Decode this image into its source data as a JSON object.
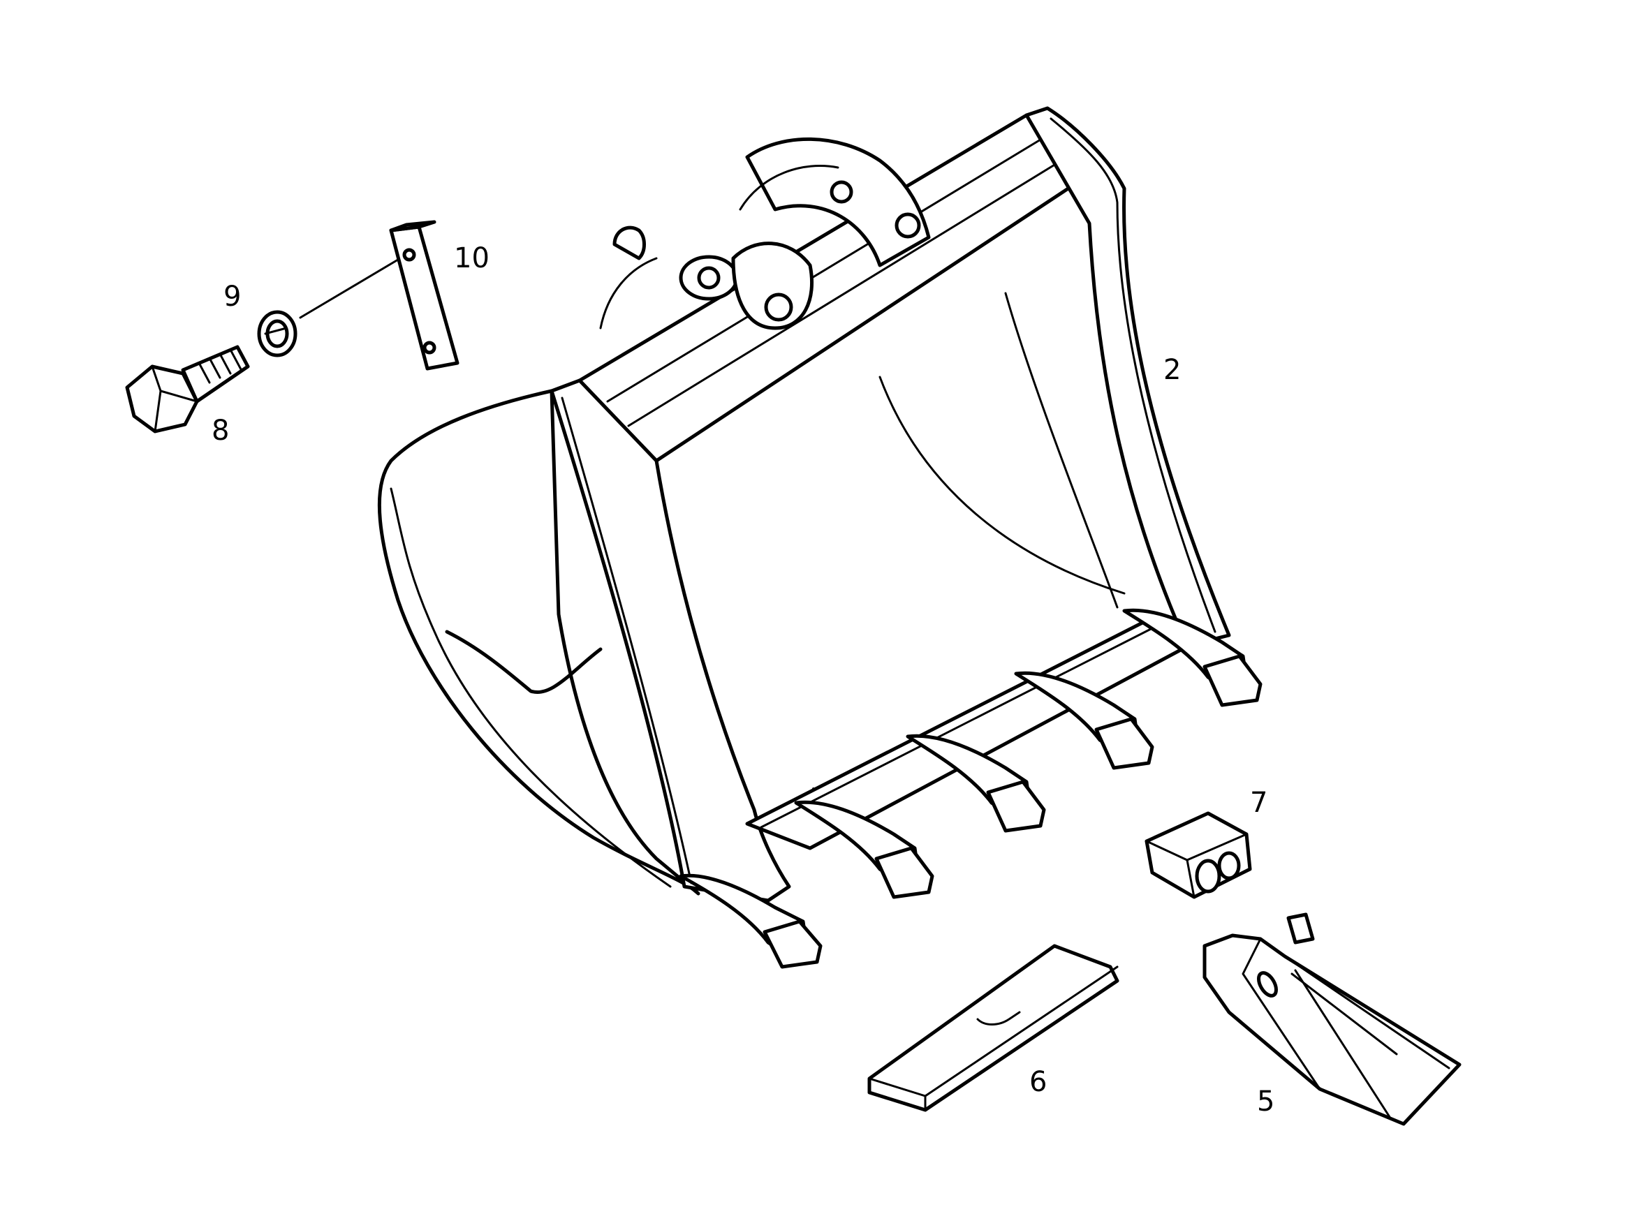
{
  "callouts": {
    "c2": "2",
    "c5": "5",
    "c6": "6",
    "c7": "7",
    "c8": "8",
    "c9": "9",
    "c10": "10"
  }
}
